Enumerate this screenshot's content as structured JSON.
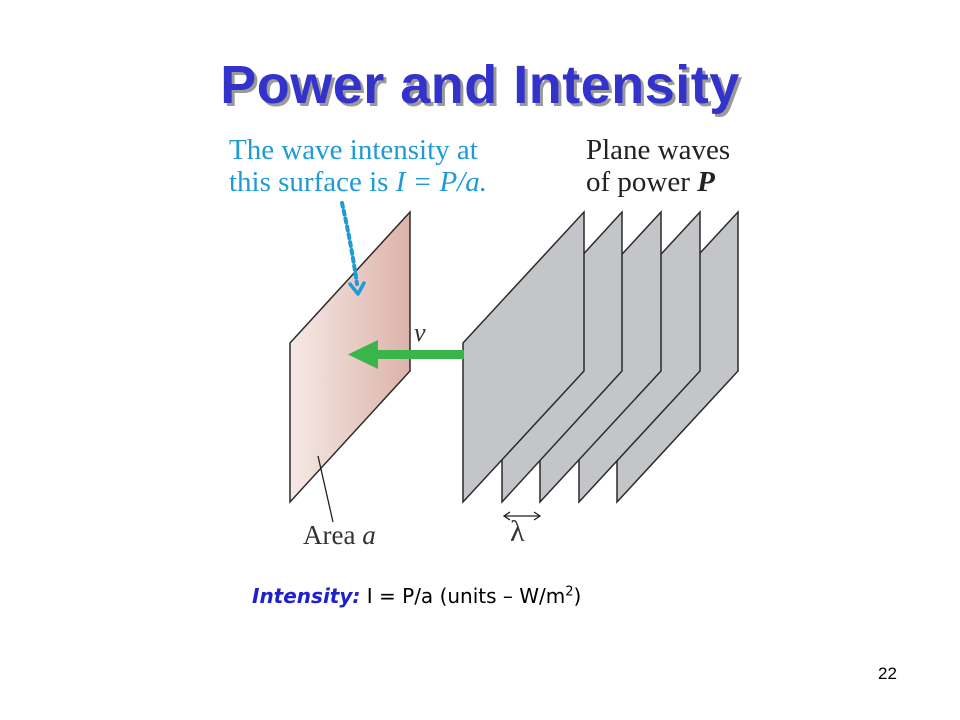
{
  "slide": {
    "title": "Power and Intensity",
    "page_number": "22"
  },
  "diagram": {
    "intensity_caption_line1": "The wave intensity at",
    "intensity_caption_line2_prefix": "this surface is ",
    "intensity_caption_formula": "I = P/a.",
    "plane_waves_line1": "Plane waves",
    "plane_waves_line2_prefix": "of power ",
    "plane_waves_symbol": "P",
    "velocity_label": "v",
    "area_label": "Area a",
    "wavelength_label": "λ",
    "colors": {
      "surface": "#e8c9c2",
      "wavefront": "#c4c5c9",
      "arrow": "#3ab54a",
      "caption": "#1e9bd6",
      "title": "#3333cc"
    }
  },
  "formula": {
    "label": "Intensity:",
    "expression": "I = P/a",
    "units_prefix": "(units – W/m",
    "units_exponent": "2",
    "units_suffix": ")"
  }
}
